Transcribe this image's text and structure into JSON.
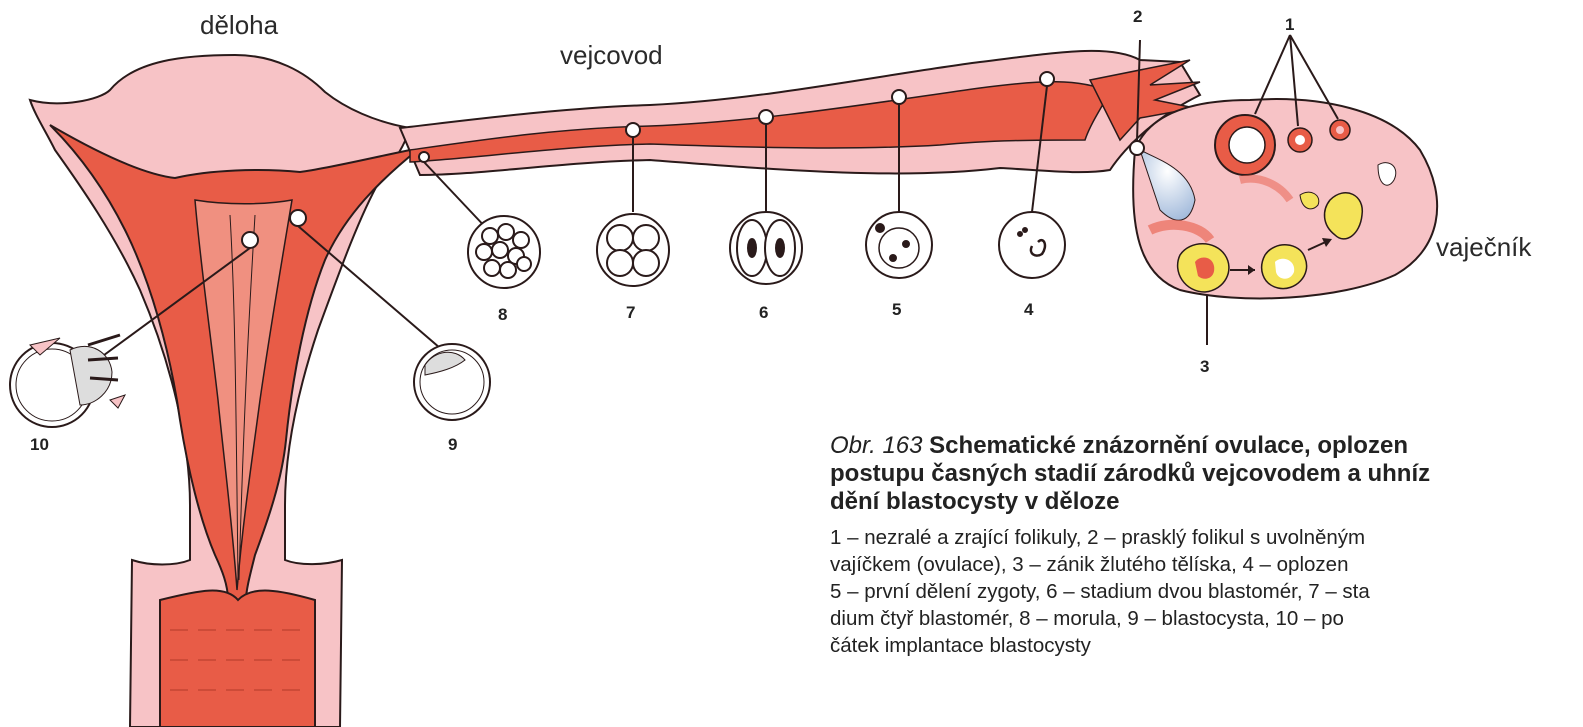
{
  "labels": {
    "uterus": "děloha",
    "oviduct": "vejcovod",
    "ovary": "vaječník"
  },
  "markers": [
    "1",
    "2",
    "3",
    "4",
    "5",
    "6",
    "7",
    "8",
    "9",
    "10"
  ],
  "caption": {
    "figure_number": "Obr. 163",
    "title_line1": "Schematické znázornění ovulace, oplozen",
    "title_line2": "postupu časných stadií zárodků vejcovodem a uhníz",
    "title_line3": "dění blastocysty v děloze",
    "legend_lines": [
      "1 – nezralé a zrající folikuly, 2 – prasklý folikul s uvolněným",
      "vajíčkem (ovulace), 3 – zánik žlutého tělíska, 4 – oplozen",
      "5 – první dělení zygoty, 6 – stadium dvou blastomér, 7 – sta",
      "dium čtyř blastomér, 8 – morula, 9 – blastocysta, 10 – po",
      "čátek implantace blastocysty"
    ]
  },
  "colors": {
    "tissue_pink": "#f7c3c6",
    "muscle_red": "#e85c47",
    "outline": "#2a1a1a",
    "corpus_yellow": "#f4e35a",
    "white": "#ffffff"
  }
}
